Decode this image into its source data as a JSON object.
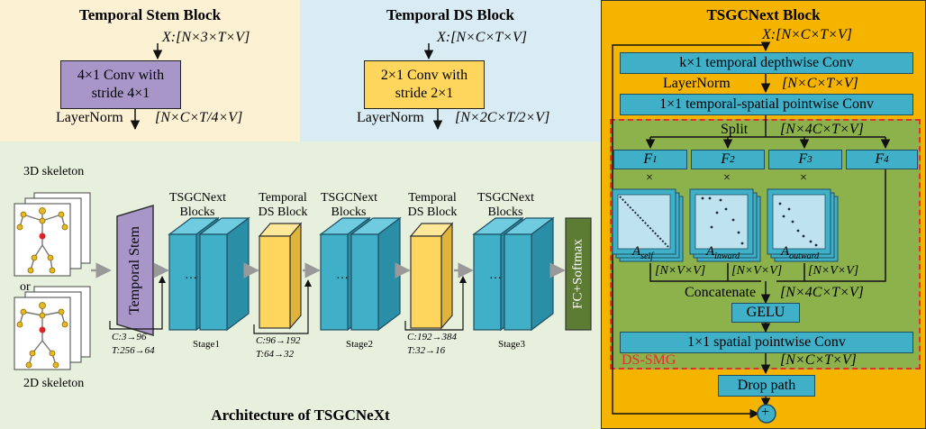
{
  "stem_block": {
    "title": "Temporal Stem Block",
    "input": "X:[N×3×T×V]",
    "conv_line1": "4×1 Conv with",
    "conv_line2": "stride 4×1",
    "norm": "LayerNorm",
    "output": "[N×C×T/4×V]"
  },
  "ds_block": {
    "title": "Temporal DS Block",
    "input": "X:[N×C×T×V]",
    "conv_line1": "2×1 Conv with",
    "conv_line2": "stride 2×1",
    "norm": "LayerNorm",
    "output": "[N×2C×T/2×V]"
  },
  "tsgc_block": {
    "title": "TSGCNext Block",
    "input": "X:[N×C×T×V]",
    "depthwise": "k×1 temporal depthwise Conv",
    "norm": "LayerNorm",
    "norm_dim": "[N×C×T×V]",
    "pointwise_ts": "1×1 temporal-spatial pointwise Conv",
    "split": "Split",
    "split_dim": "[N×4C×T×V]",
    "f_labels": [
      "F",
      "F",
      "F",
      "F"
    ],
    "f_subs": [
      "1",
      "2",
      "3",
      "4"
    ],
    "times": "×",
    "a_labels": [
      "A",
      "A",
      "A"
    ],
    "a_subs": [
      "self",
      "inward",
      "outward"
    ],
    "a_dims": [
      "[N×V×V]",
      "[N×V×V]",
      "[N×V×V]"
    ],
    "concat": "Concatenate",
    "concat_dim": "[N×4C×T×V]",
    "gelu": "GELU",
    "spatial": "1×1 spatial pointwise Conv",
    "dssmg": "DS-SMG",
    "out_dim": "[N×C×T×V]",
    "droppath": "Drop path",
    "plus": "+"
  },
  "arch": {
    "caption": "Architecture of TSGCNeXt",
    "skel3d": "3D skeleton",
    "or": "or",
    "skel2d": "2D skeleton",
    "stem_label": "Temporal Stem",
    "stem_c": "C:3→96",
    "stem_t": "T:256→64",
    "blocks": [
      "TSGCNext",
      "Blocks"
    ],
    "ds": [
      "Temporal",
      "DS Block"
    ],
    "stage1": "Stage1",
    "stage2": "Stage2",
    "stage3": "Stage3",
    "ds1_c": "C:96→192",
    "ds1_t": "T:64→32",
    "ds2_c": "C:192→384",
    "ds2_t": "T:32→16",
    "dots": "···",
    "fc": "FC+Softmax"
  },
  "colors": {
    "stem_bg": "#fdf1d3",
    "ds_bg": "#d9ebf3",
    "arch_bg": "#e7efdd",
    "tsgc_bg": "#f5b400",
    "dssmg_bg": "#8db14b",
    "blue": "#3fb0c8",
    "purple": "#a896c9",
    "yellow": "#fed65e",
    "green": "#5d7c33",
    "red": "#e03030"
  }
}
